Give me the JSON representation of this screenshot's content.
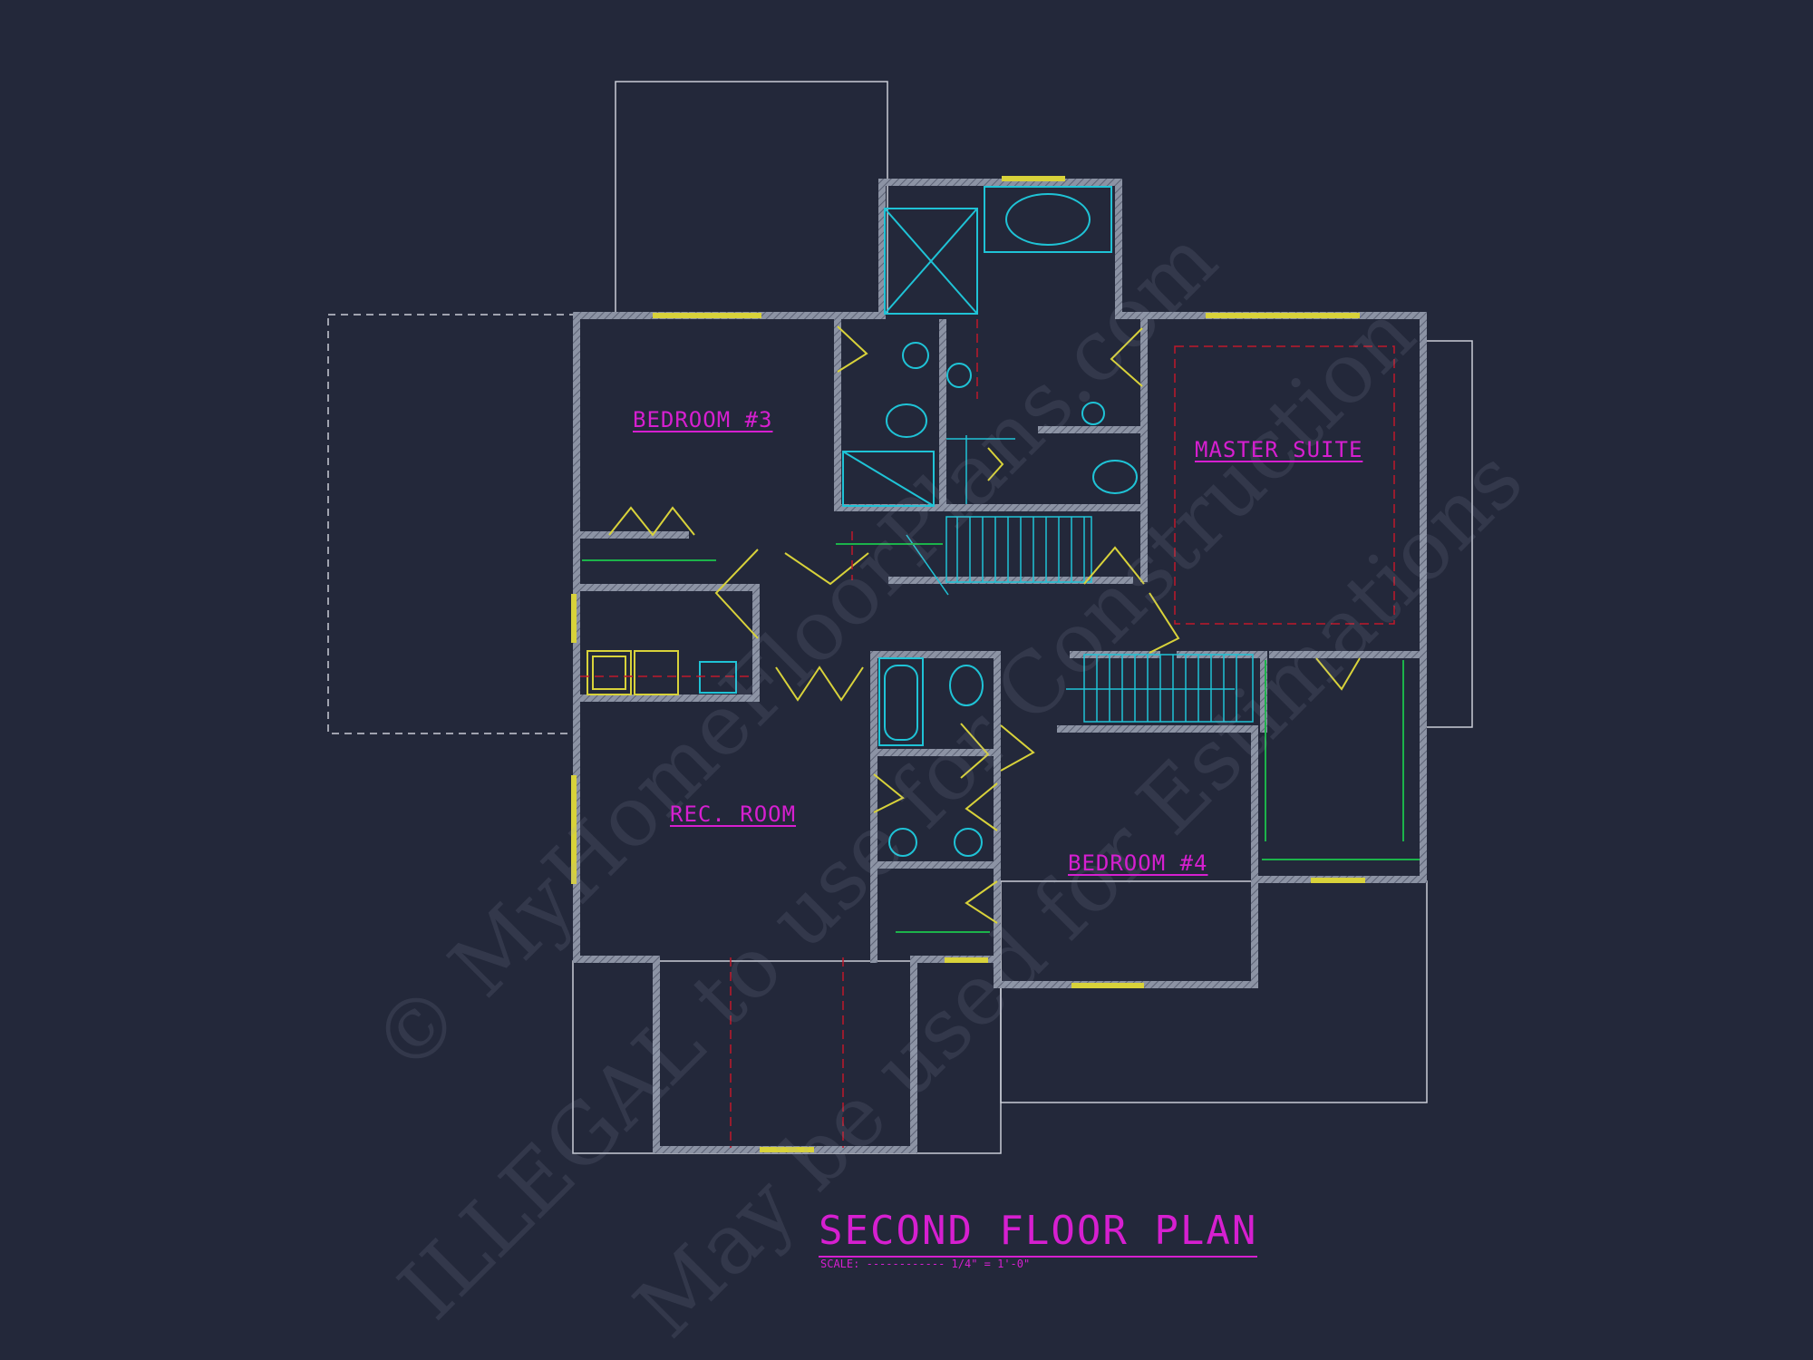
{
  "plan": {
    "title": "SECOND FLOOR PLAN",
    "scale_label": "SCALE:",
    "scale_value": "1/4\" = 1'-0\"",
    "rooms": {
      "bedroom3": "BEDROOM #3",
      "master": "MASTER SUITE",
      "rec": "REC. ROOM",
      "bedroom4": "BEDROOM #4"
    }
  },
  "watermark": {
    "line1": "© MyHomeFloorPlans.com",
    "line2": "ILLEGAL to use for Construction",
    "line3": "May be used for Estimations"
  },
  "colors": {
    "background": "#23283a",
    "wall": "#8c93a4",
    "label": "#d61fd0",
    "fixture": "#1fc3d6",
    "window": "#d8d23a",
    "door": "#d8d23a",
    "dashed": "#c0182a",
    "green": "#1cb34a"
  }
}
